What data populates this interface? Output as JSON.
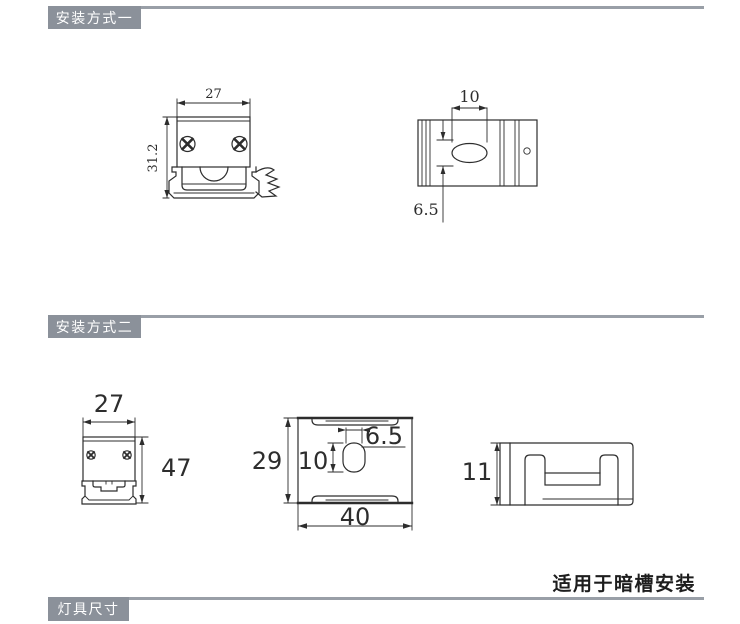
{
  "colors": {
    "header-bg": "#8b919a",
    "header-line": "#999fa7",
    "draw": "#2d2d2d"
  },
  "sections": {
    "method1": {
      "header": "安装方式一"
    },
    "method2": {
      "header": "安装方式二"
    },
    "fixture": {
      "header": "灯具尺寸"
    }
  },
  "note": {
    "text": "适用于暗槽安装"
  },
  "drawings": {
    "bracket_front": {
      "width": "27",
      "height": "31.2"
    },
    "bracket_top": {
      "slot_width": "10",
      "slot_offset": "6.5"
    },
    "clip_front": {
      "width": "27",
      "height": "47"
    },
    "clip_top": {
      "height": "29",
      "width": "40",
      "slot_height": "10",
      "slot_width": "6.5"
    },
    "clip_side": {
      "height": "11"
    }
  }
}
